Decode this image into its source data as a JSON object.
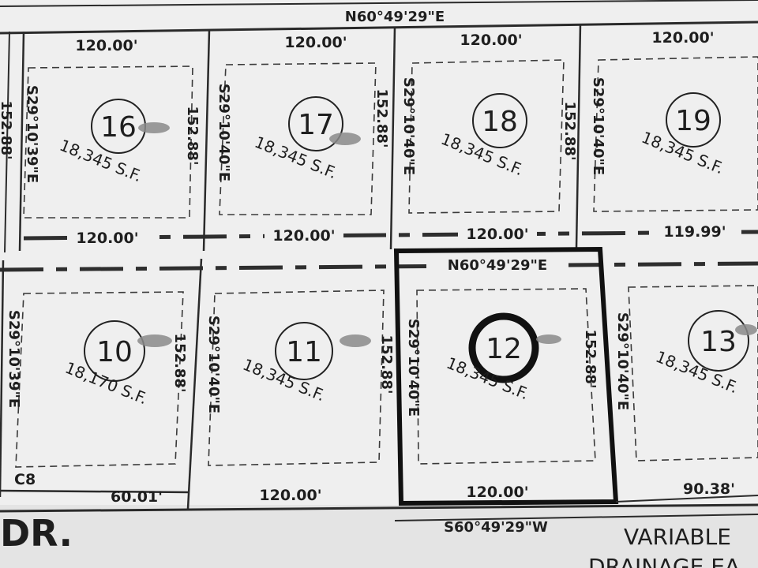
{
  "top_bearing": "N60°49'29\"E",
  "bottom_bearing": "S60°49'29\"W",
  "lot12_top_bearing": "N60°49'29\"E",
  "street_label": "DR.",
  "label_c8": "C8",
  "note_line1": "VARIABLE",
  "note_line2": "DRAINAGE EA",
  "upper_row": [
    {
      "num": "16",
      "area": "18,345 S.F.",
      "top": "120.00'",
      "bottom": "120.00'",
      "left_bearing": "S29°10'39\"E",
      "right_depth": "152.88'"
    },
    {
      "num": "17",
      "area": "18,345 S.F.",
      "top": "120.00'",
      "bottom": "120.00'",
      "left_bearing": "S29°10'40\"E",
      "right_depth": "152.88'"
    },
    {
      "num": "18",
      "area": "18,345 S.F.",
      "top": "120.00'",
      "bottom": "120.00'",
      "left_bearing": "S29°10'40\"E",
      "right_depth": "152.88'"
    },
    {
      "num": "19",
      "area": "18,345 S.F.",
      "top": "120.00'",
      "bottom": "119.99'",
      "left_bearing": "S29°10'40\"E",
      "right_depth": ""
    }
  ],
  "lower_row": [
    {
      "num": "10",
      "area": "18,170 S.F.",
      "bottom": "60.01'",
      "left_bearing": "S29°10'39\"E",
      "right_depth": "152.88'"
    },
    {
      "num": "11",
      "area": "18,345 S.F.",
      "bottom": "120.00'",
      "left_bearing": "S29°10'40\"E",
      "right_depth": "152.88'"
    },
    {
      "num": "12",
      "area": "18,345 S.F.",
      "bottom": "120.00'",
      "left_bearing": "S29°10'40\"E",
      "right_depth": "152.88'",
      "highlighted": true
    },
    {
      "num": "13",
      "area": "18,345 S.F.",
      "bottom": "90.38'",
      "left_bearing": "S29°10'40\"E",
      "right_depth": ""
    }
  ],
  "left_edge_fragment": "152.88'",
  "colors": {
    "paper": "#efefef",
    "ink": "#1e1e1e",
    "highlight": "#111111"
  }
}
